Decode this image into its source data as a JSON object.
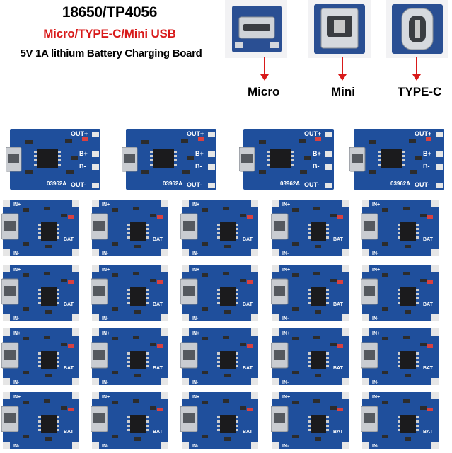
{
  "header": {
    "title": "18650/TP4056",
    "subtitle": "Micro/TYPE-C/Mini USB",
    "description": "5V 1A lithium Battery Charging Board"
  },
  "ports": [
    {
      "label": "Micro",
      "icon": "micro-usb-port-icon"
    },
    {
      "label": "Mini",
      "icon": "mini-usb-port-icon"
    },
    {
      "label": "TYPE-C",
      "icon": "type-c-port-icon"
    }
  ],
  "colors": {
    "title": "#000000",
    "subtitle": "#d81a1a",
    "pcb": "#1f4f9c",
    "arrow": "#d81a1a"
  },
  "boards": {
    "large_count": 4,
    "small_rows": 4,
    "small_cols": 5,
    "large_labels": {
      "out_plus": "OUT+",
      "b_plus": "B+",
      "b_minus": "B-",
      "out_minus": "OUT-",
      "part": "03962A"
    },
    "small_labels": {
      "in_plus": "IN+",
      "in_minus": "IN-",
      "bat": "BAT"
    }
  }
}
